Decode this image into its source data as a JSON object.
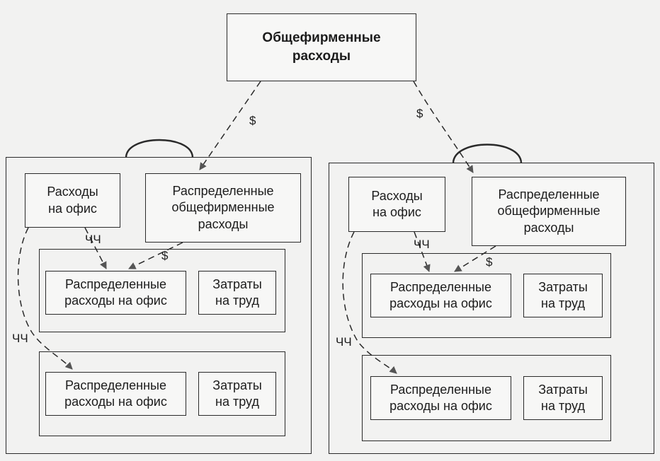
{
  "diagram": {
    "top_box": {
      "text": "Общефирменные\nрасходы"
    },
    "clusters": [
      {
        "office_expenses": "Расходы\nна офис",
        "distributed_company_expenses": "Распределенные\nобщефирменные\nрасходы",
        "inner_groups": [
          {
            "distributed_office": "Распределенные\nрасходы на офис",
            "labor": "Затраты\nна труд"
          },
          {
            "distributed_office": "Распределенные\nрасходы на офис",
            "labor": "Затраты\nна труд"
          }
        ],
        "labels": {
          "hours_top": "ЧЧ",
          "hours_side": "ЧЧ",
          "dollar_inner": "$",
          "dollar_top": "$"
        }
      },
      {
        "office_expenses": "Расходы\nна офис",
        "distributed_company_expenses": "Распределенные\nобщефирменные\nрасходы",
        "inner_groups": [
          {
            "distributed_office": "Распределенные\nрасходы на офис",
            "labor": "Затраты\nна труд"
          },
          {
            "distributed_office": "Распределенные\nрасходы на офис",
            "labor": "Затраты\nна труд"
          }
        ],
        "labels": {
          "hours_top": "ЧЧ",
          "hours_side": "ЧЧ",
          "dollar_inner": "$",
          "dollar_top": "$"
        }
      }
    ],
    "colors": {
      "line": "#2a2a2a",
      "arrow": "#555555",
      "background": "#f2f2f1"
    }
  }
}
